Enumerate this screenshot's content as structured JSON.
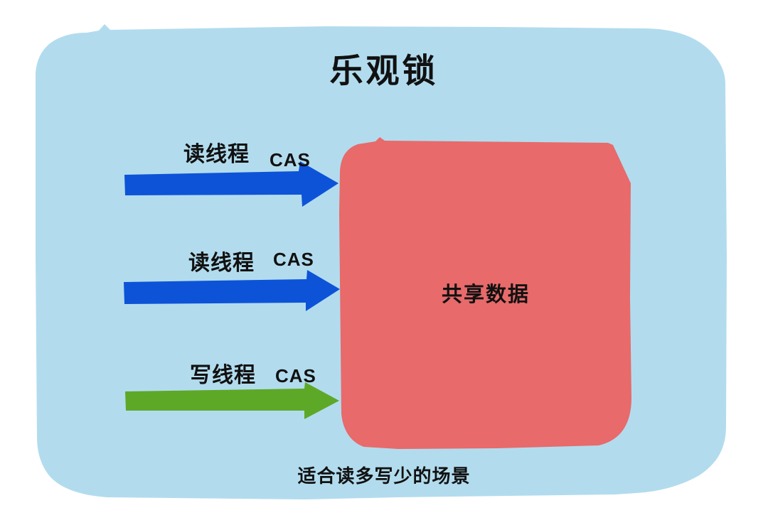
{
  "title": "乐观锁",
  "arrows": [
    {
      "type": "read",
      "thread_label": "读线程",
      "op_label": "CAS",
      "color": "#0d53d8"
    },
    {
      "type": "read",
      "thread_label": "读线程",
      "op_label": "CAS",
      "color": "#0d53d8"
    },
    {
      "type": "write",
      "thread_label": "写线程",
      "op_label": "CAS",
      "color": "#5ea827"
    }
  ],
  "shared_box": {
    "label": "共享数据",
    "color": "#e86a6a"
  },
  "footer": "适合读多写少的场景",
  "colors": {
    "background": "#ffffff",
    "panel": "#b2dcee",
    "text": "#111111"
  }
}
